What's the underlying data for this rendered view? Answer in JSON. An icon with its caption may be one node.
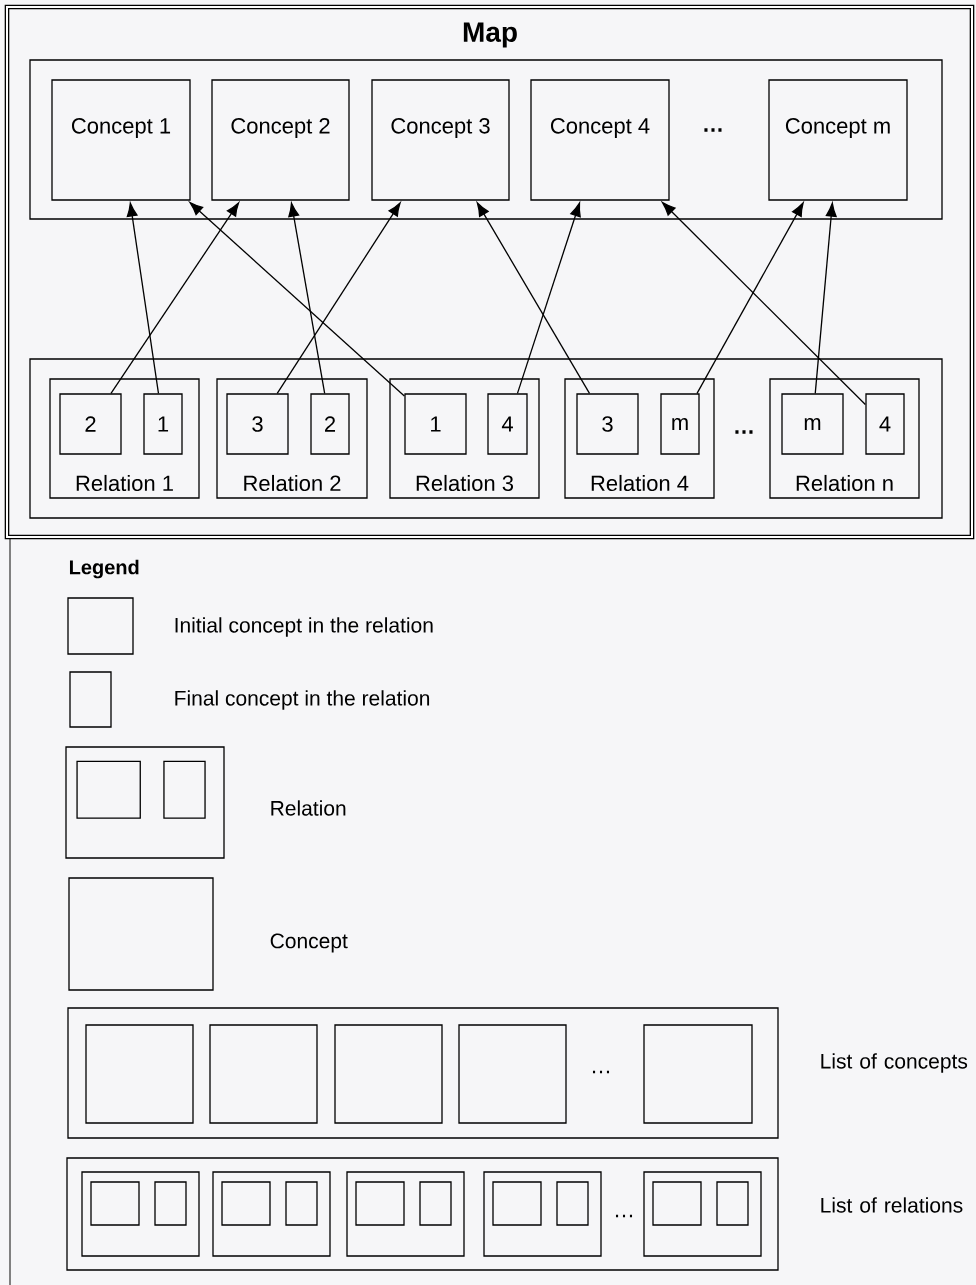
{
  "diagram": {
    "nodes": [
      {
        "text": [
          "Map"
        ]
      },
      {
        "text": [],
        "shape": "box",
        "in": 0
      },
      {
        "text": [
          "Concept 1"
        ],
        "in": 1
      },
      {
        "text": [
          "Concept 2"
        ],
        "in": 1
      },
      {
        "text": [
          "Concept 3"
        ],
        "in": 1
      },
      {
        "text": [
          "Concept 4"
        ],
        "in": 1
      },
      {
        "text": [
          "Concept m"
        ],
        "in": 1
      },
      {
        "text": [],
        "shape": "box",
        "in": 0
      },
      {
        "text": [
          "Relation 1"
        ],
        "in": 7
      },
      {
        "text": [
          "2"
        ],
        "in": 8
      },
      {
        "text": [
          "1"
        ],
        "in": 8
      },
      {
        "text": [
          "Relation 2"
        ],
        "in": 7
      },
      {
        "text": [
          "3"
        ],
        "in": 11
      },
      {
        "text": [
          "2"
        ],
        "in": 11
      },
      {
        "text": [
          "Relation 3"
        ],
        "in": 7
      },
      {
        "text": [
          "1"
        ],
        "in": 14
      },
      {
        "text": [
          "4"
        ],
        "in": 14
      },
      {
        "text": [
          "Relation 4"
        ],
        "in": 7
      },
      {
        "text": [
          "3"
        ],
        "in": 17
      },
      {
        "text": [
          "m"
        ],
        "in": 17
      },
      {
        "text": [
          "Relation n"
        ],
        "in": 7
      },
      {
        "text": [
          "m"
        ],
        "in": 20
      },
      {
        "text": [
          "4"
        ],
        "in": 20
      }
    ],
    "edges": [
      {
        "from": 9,
        "to": 3,
        "arrow": "to"
      },
      {
        "from": 10,
        "to": 2,
        "arrow": "to"
      },
      {
        "from": 12,
        "to": 4,
        "arrow": "to"
      },
      {
        "from": 13,
        "to": 3,
        "arrow": "to"
      },
      {
        "from": 15,
        "to": 2,
        "arrow": "to"
      },
      {
        "from": 16,
        "to": 5,
        "arrow": "to"
      },
      {
        "from": 18,
        "to": 4,
        "arrow": "to"
      },
      {
        "from": 19,
        "to": 6,
        "arrow": "to"
      },
      {
        "from": 21,
        "to": 6,
        "arrow": "to"
      },
      {
        "from": 22,
        "to": 5,
        "arrow": "to"
      }
    ],
    "labels": [
      "…",
      "…",
      "Legend",
      "…",
      "…"
    ],
    "legend": [
      {
        "text": "Initial concept in the relation"
      },
      {
        "text": "Final concept in the relation"
      },
      {
        "text": "Relation"
      },
      {
        "text": "Concept"
      },
      {
        "text": "List of concepts"
      },
      {
        "text": "List of relations"
      }
    ]
  }
}
